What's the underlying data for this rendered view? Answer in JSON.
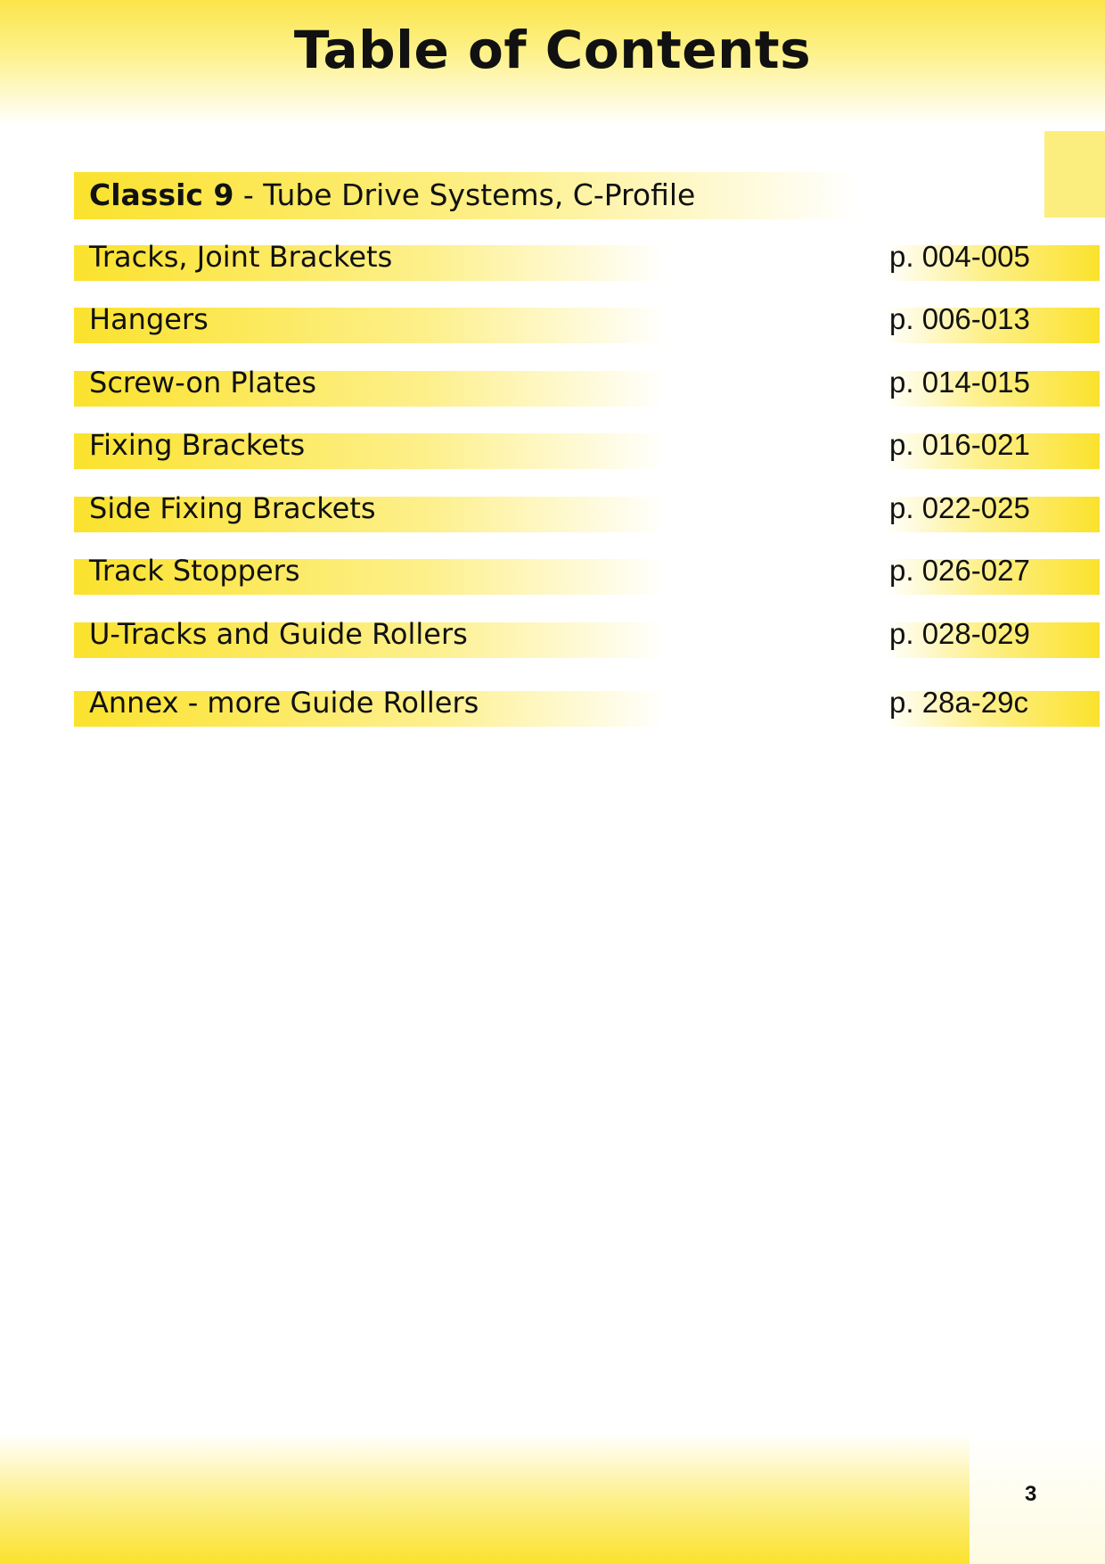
{
  "header": {
    "title": "Table of Contents"
  },
  "section": {
    "series": "Classic 9",
    "subtitle": " - Tube Drive Systems, C-Profile"
  },
  "entries": [
    {
      "label": "Tracks, Joint Brackets",
      "pages": "p. 004-005"
    },
    {
      "label": "Hangers",
      "pages": "p. 006-013"
    },
    {
      "label": "Screw-on Plates",
      "pages": "p. 014-015"
    },
    {
      "label": "Fixing Brackets",
      "pages": "p. 016-021"
    },
    {
      "label": "Side Fixing Brackets",
      "pages": "p. 022-025"
    },
    {
      "label": "Track Stoppers",
      "pages": "p. 026-027"
    },
    {
      "label": "U-Tracks and Guide Rollers",
      "pages": "p. 028-029"
    },
    {
      "label": "Annex - more Guide Rollers",
      "pages": "p. 28a-29c"
    }
  ],
  "footer": {
    "page_number": "3"
  },
  "colors": {
    "accent_yellow": "#fbe22d",
    "light_yellow": "#fdf08c",
    "text": "#111111"
  }
}
